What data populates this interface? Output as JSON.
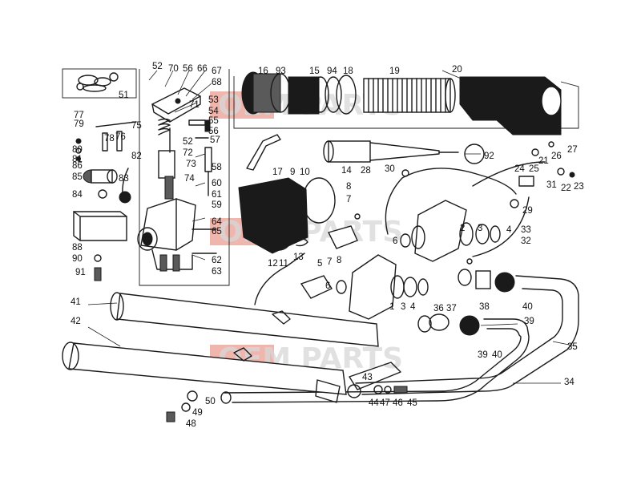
{
  "watermark": {
    "text": "OEM PARTS"
  },
  "callouts": [
    {
      "id": "c52a",
      "text": "52"
    },
    {
      "id": "c70",
      "text": "70"
    },
    {
      "id": "c56a",
      "text": "56"
    },
    {
      "id": "c66",
      "text": "66"
    },
    {
      "id": "c67",
      "text": "67"
    },
    {
      "id": "c68",
      "text": "68"
    },
    {
      "id": "c53",
      "text": "53"
    },
    {
      "id": "c54",
      "text": "54"
    },
    {
      "id": "c55",
      "text": "55"
    },
    {
      "id": "c56b",
      "text": "56"
    },
    {
      "id": "c52b",
      "text": "52"
    },
    {
      "id": "c57",
      "text": "57"
    },
    {
      "id": "c71",
      "text": "71"
    },
    {
      "id": "c72",
      "text": "72"
    },
    {
      "id": "c73",
      "text": "73"
    },
    {
      "id": "c58",
      "text": "58"
    },
    {
      "id": "c74",
      "text": "74"
    },
    {
      "id": "c60",
      "text": "60"
    },
    {
      "id": "c61",
      "text": "61"
    },
    {
      "id": "c59",
      "text": "59"
    },
    {
      "id": "c64",
      "text": "64"
    },
    {
      "id": "c65",
      "text": "65"
    },
    {
      "id": "c62",
      "text": "62"
    },
    {
      "id": "c63",
      "text": "63"
    },
    {
      "id": "c51",
      "text": "51"
    },
    {
      "id": "c77",
      "text": "77"
    },
    {
      "id": "c79",
      "text": "79"
    },
    {
      "id": "c75",
      "text": "75"
    },
    {
      "id": "c78",
      "text": "78"
    },
    {
      "id": "c76",
      "text": "76"
    },
    {
      "id": "c80",
      "text": "80"
    },
    {
      "id": "c81",
      "text": "81"
    },
    {
      "id": "c86",
      "text": "86"
    },
    {
      "id": "c82",
      "text": "82"
    },
    {
      "id": "c85",
      "text": "85"
    },
    {
      "id": "c83",
      "text": "83"
    },
    {
      "id": "c84",
      "text": "84"
    },
    {
      "id": "c88",
      "text": "88"
    },
    {
      "id": "c90",
      "text": "90"
    },
    {
      "id": "c91",
      "text": "91"
    },
    {
      "id": "c16",
      "text": "16"
    },
    {
      "id": "c93",
      "text": "93"
    },
    {
      "id": "c15",
      "text": "15"
    },
    {
      "id": "c94",
      "text": "94"
    },
    {
      "id": "c18",
      "text": "18"
    },
    {
      "id": "c19",
      "text": "19"
    },
    {
      "id": "c20",
      "text": "20"
    },
    {
      "id": "c92",
      "text": "92"
    },
    {
      "id": "c14",
      "text": "14"
    },
    {
      "id": "c28",
      "text": "28"
    },
    {
      "id": "c30",
      "text": "30"
    },
    {
      "id": "c17",
      "text": "17"
    },
    {
      "id": "c9",
      "text": "9"
    },
    {
      "id": "c10",
      "text": "10"
    },
    {
      "id": "c8a",
      "text": "8"
    },
    {
      "id": "c7a",
      "text": "7"
    },
    {
      "id": "c26",
      "text": "26"
    },
    {
      "id": "c27",
      "text": "27"
    },
    {
      "id": "c24",
      "text": "24"
    },
    {
      "id": "c25",
      "text": "25"
    },
    {
      "id": "c21",
      "text": "21"
    },
    {
      "id": "c31",
      "text": "31"
    },
    {
      "id": "c22",
      "text": "22"
    },
    {
      "id": "c23",
      "text": "23"
    },
    {
      "id": "c29",
      "text": "29"
    },
    {
      "id": "c33",
      "text": "33"
    },
    {
      "id": "c32",
      "text": "32"
    },
    {
      "id": "c2",
      "text": "2"
    },
    {
      "id": "c3a",
      "text": "3"
    },
    {
      "id": "c4a",
      "text": "4"
    },
    {
      "id": "c6a",
      "text": "6"
    },
    {
      "id": "c12",
      "text": "12"
    },
    {
      "id": "c11",
      "text": "11"
    },
    {
      "id": "c13",
      "text": "13"
    },
    {
      "id": "c5",
      "text": "5"
    },
    {
      "id": "c7b",
      "text": "7"
    },
    {
      "id": "c8b",
      "text": "8"
    },
    {
      "id": "c6b",
      "text": "6"
    },
    {
      "id": "c1",
      "text": "1"
    },
    {
      "id": "c3b",
      "text": "3"
    },
    {
      "id": "c4b",
      "text": "4"
    },
    {
      "id": "c36",
      "text": "36"
    },
    {
      "id": "c37",
      "text": "37"
    },
    {
      "id": "c38",
      "text": "38"
    },
    {
      "id": "c40a",
      "text": "40"
    },
    {
      "id": "c39a",
      "text": "39"
    },
    {
      "id": "c39b",
      "text": "39"
    },
    {
      "id": "c40b",
      "text": "40"
    },
    {
      "id": "c35",
      "text": "35"
    },
    {
      "id": "c34",
      "text": "34"
    },
    {
      "id": "c41",
      "text": "41"
    },
    {
      "id": "c42",
      "text": "42"
    },
    {
      "id": "c43",
      "text": "43"
    },
    {
      "id": "c44",
      "text": "44"
    },
    {
      "id": "c47",
      "text": "47"
    },
    {
      "id": "c46",
      "text": "46"
    },
    {
      "id": "c45",
      "text": "45"
    },
    {
      "id": "c50",
      "text": "50"
    },
    {
      "id": "c49",
      "text": "49"
    },
    {
      "id": "c48",
      "text": "48"
    }
  ]
}
